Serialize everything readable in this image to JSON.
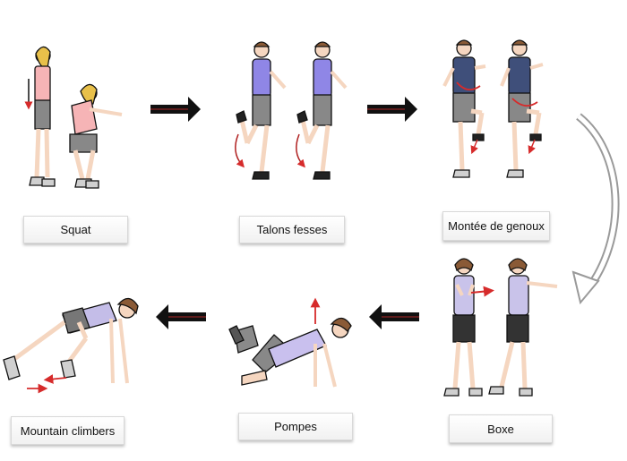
{
  "exercises": [
    {
      "id": "squat",
      "label": "Squat"
    },
    {
      "id": "talons-fesses",
      "label": "Talons fesses"
    },
    {
      "id": "montee-de-genoux",
      "label": "Montée de genoux"
    },
    {
      "id": "boxe",
      "label": "Boxe"
    },
    {
      "id": "pompes",
      "label": "Pompes"
    },
    {
      "id": "mountain-climbers",
      "label": "Mountain climbers"
    }
  ],
  "colors": {
    "arrow": "#111111",
    "accent": "#d62b2b",
    "squat_top": "#f6b4b6",
    "talons_top": "#8f86e6",
    "genoux_top": "#3f4f7a",
    "boxe_top": "#c9c3ea",
    "pompes_top": "#c9c0ee",
    "climbers_top": "#c4bde8",
    "shorts": "#888888",
    "skin": "#f5d6c0",
    "hair_blond": "#e8c04a",
    "hair_brown": "#8a5a36"
  }
}
